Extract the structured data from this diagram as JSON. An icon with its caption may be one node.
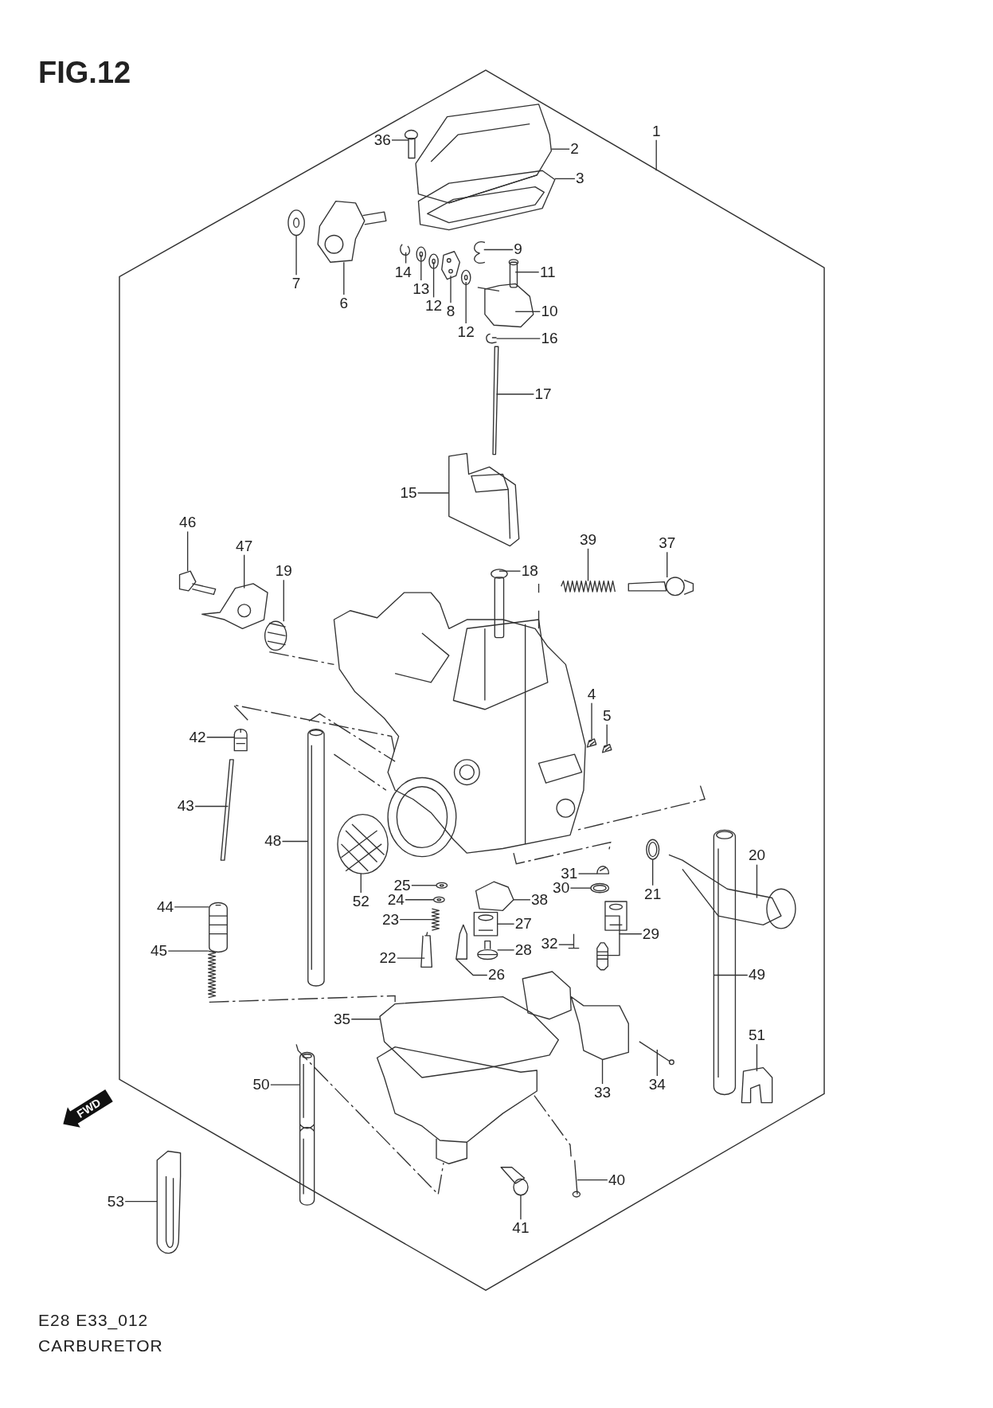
{
  "diagram": {
    "title": "FIG.12",
    "nodes": [
      {
        "text": [],
        "shape": "hexagon"
      },
      {
        "text": [
          "1"
        ]
      },
      {
        "text": [
          "36"
        ],
        "in": 0
      },
      {
        "text": [
          "2"
        ],
        "in": 0
      },
      {
        "text": [
          "3"
        ],
        "in": 0
      },
      {
        "text": [
          "9"
        ],
        "in": 0
      },
      {
        "text": [
          "14"
        ],
        "in": 0
      },
      {
        "text": [
          "11"
        ],
        "in": 0
      },
      {
        "text": [
          "7"
        ],
        "in": 0
      },
      {
        "text": [
          "13"
        ],
        "in": 0
      },
      {
        "text": [
          "6"
        ],
        "in": 0
      },
      {
        "text": [
          "12"
        ],
        "in": 0
      },
      {
        "text": [
          "8"
        ],
        "in": 0
      },
      {
        "text": [
          "10"
        ],
        "in": 0
      },
      {
        "text": [
          "12"
        ],
        "in": 0
      },
      {
        "text": [
          "16"
        ],
        "in": 0
      },
      {
        "text": [
          "17"
        ],
        "in": 0
      },
      {
        "text": [
          "15"
        ],
        "in": 0
      },
      {
        "text": [
          "46"
        ],
        "in": 0
      },
      {
        "text": [
          "39"
        ],
        "in": 0
      },
      {
        "text": [
          "37"
        ],
        "in": 0
      },
      {
        "text": [
          "47"
        ],
        "in": 0
      },
      {
        "text": [
          "19"
        ],
        "in": 0
      },
      {
        "text": [
          "18"
        ],
        "in": 0
      },
      {
        "text": [
          "4"
        ],
        "in": 0
      },
      {
        "text": [
          "5"
        ],
        "in": 0
      },
      {
        "text": [
          "42"
        ],
        "in": 0
      },
      {
        "text": [
          "43"
        ],
        "in": 0
      },
      {
        "text": [
          "48"
        ],
        "in": 0
      },
      {
        "text": [
          "20"
        ],
        "in": 0
      },
      {
        "text": [
          "31"
        ],
        "in": 0
      },
      {
        "text": [
          "25"
        ],
        "in": 0
      },
      {
        "text": [
          "30"
        ],
        "in": 0
      },
      {
        "text": [
          "21"
        ],
        "in": 0
      },
      {
        "text": [
          "24"
        ],
        "in": 0
      },
      {
        "text": [
          "38"
        ],
        "in": 0
      },
      {
        "text": [
          "52"
        ],
        "in": 0
      },
      {
        "text": [
          "44"
        ],
        "in": 0
      },
      {
        "text": [
          "23"
        ],
        "in": 0
      },
      {
        "text": [
          "27"
        ],
        "in": 0
      },
      {
        "text": [
          "29"
        ],
        "in": 0
      },
      {
        "text": [
          "32"
        ],
        "in": 0
      },
      {
        "text": [
          "28"
        ],
        "in": 0
      },
      {
        "text": [
          "45"
        ],
        "in": 0
      },
      {
        "text": [
          "22"
        ],
        "in": 0
      },
      {
        "text": [
          "49"
        ],
        "in": 0
      },
      {
        "text": [
          "26"
        ],
        "in": 0
      },
      {
        "text": [
          "35"
        ],
        "in": 0
      },
      {
        "text": [
          "51"
        ],
        "in": 0
      },
      {
        "text": [
          "34"
        ],
        "in": 0
      },
      {
        "text": [
          "50"
        ],
        "in": 0
      },
      {
        "text": [
          "33"
        ],
        "in": 0
      },
      {
        "text": [
          "40"
        ],
        "in": 0
      },
      {
        "text": [
          "53"
        ]
      },
      {
        "text": [
          "41"
        ],
        "in": 0
      },
      {
        "text": [],
        "shape": "picture",
        "in": 0
      },
      {
        "text": [],
        "shape": "picture",
        "in": 0
      },
      {
        "text": [],
        "shape": "picture",
        "in": 0
      },
      {
        "text": [],
        "shape": "picture",
        "in": 0
      },
      {
        "text": [],
        "shape": "picture",
        "in": 0
      },
      {
        "text": [],
        "shape": "picture",
        "in": 0
      },
      {
        "text": [],
        "shape": "picture",
        "in": 0
      },
      {
        "text": [],
        "shape": "picture",
        "in": 0
      },
      {
        "text": [],
        "shape": "picture",
        "in": 0
      },
      {
        "text": [],
        "shape": "picture",
        "in": 0
      },
      {
        "text": [],
        "shape": "picture",
        "in": 0
      },
      {
        "text": [],
        "shape": "picture",
        "in": 0
      },
      {
        "text": [],
        "shape": "picture",
        "in": 0
      },
      {
        "text": [],
        "shape": "picture",
        "in": 0
      },
      {
        "text": [],
        "shape": "picture",
        "in": 0
      },
      {
        "text": [],
        "shape": "picture",
        "in": 0
      },
      {
        "text": [],
        "shape": "picture",
        "in": 0
      },
      {
        "text": [],
        "shape": "picture",
        "in": 0
      },
      {
        "text": [],
        "shape": "picture",
        "in": 0
      },
      {
        "text": [],
        "shape": "picture",
        "in": 0
      },
      {
        "text": [],
        "shape": "picture",
        "in": 0
      },
      {
        "text": [],
        "shape": "picture",
        "in": 0
      },
      {
        "text": [],
        "shape": "picture",
        "in": 0
      },
      {
        "text": [],
        "shape": "picture",
        "in": 0
      },
      {
        "text": [],
        "shape": "picture",
        "in": 0
      },
      {
        "text": [],
        "shape": "picture",
        "in": 0
      },
      {
        "text": [],
        "shape": "picture",
        "in": 0
      },
      {
        "text": [],
        "shape": "picture",
        "in": 0
      },
      {
        "text": [],
        "shape": "picture",
        "in": 0
      },
      {
        "text": [],
        "shape": "picture",
        "in": 0
      },
      {
        "text": [],
        "shape": "picture",
        "in": 0
      },
      {
        "text": [],
        "shape": "picture",
        "in": 0
      },
      {
        "text": [],
        "shape": "picture",
        "in": 0
      },
      {
        "text": [],
        "shape": "picture",
        "in": 0
      },
      {
        "text": [],
        "shape": "picture",
        "in": 0
      },
      {
        "text": [],
        "shape": "picture",
        "in": 0
      },
      {
        "text": [],
        "shape": "picture",
        "in": 0
      },
      {
        "text": [],
        "shape": "picture",
        "in": 0
      },
      {
        "text": [],
        "shape": "picture",
        "in": 0
      },
      {
        "text": [],
        "shape": "picture",
        "in": 0
      },
      {
        "text": [],
        "shape": "picture",
        "in": 0
      },
      {
        "text": [],
        "shape": "picture",
        "in": 0
      },
      {
        "text": [],
        "shape": "picture",
        "in": 0
      },
      {
        "text": [],
        "shape": "picture",
        "in": 0
      },
      {
        "text": [],
        "shape": "picture",
        "in": 0
      },
      {
        "text": [],
        "shape": "picture",
        "in": 0
      },
      {
        "text": [],
        "shape": "picture",
        "in": 0
      },
      {
        "text": [],
        "shape": "picture",
        "in": 0
      },
      {
        "text": [],
        "shape": "picture",
        "in": 0
      },
      {
        "text": [],
        "shape": "picture",
        "in": 0
      },
      {
        "text": [],
        "shape": "picture",
        "in": 0
      },
      {
        "text": [],
        "shape": "picture",
        "in": 0
      },
      {
        "text": [],
        "shape": "picture"
      },
      {
        "text": [],
        "shape": "picture",
        "in": 0
      }
    ],
    "edges": [
      {
        "from": 1,
        "to": 0,
        "arrow": "none"
      },
      {
        "from": 2,
        "to": 55,
        "arrow": "none"
      },
      {
        "from": 3,
        "to": 56,
        "arrow": "none"
      },
      {
        "from": 4,
        "to": 57,
        "arrow": "none"
      },
      {
        "from": 5,
        "to": 58,
        "arrow": "none"
      },
      {
        "from": 6,
        "to": 59,
        "arrow": "none"
      },
      {
        "from": 7,
        "to": 60,
        "arrow": "none"
      },
      {
        "from": 8,
        "to": 61,
        "arrow": "none"
      },
      {
        "from": 9,
        "to": 62,
        "arrow": "none"
      },
      {
        "from": 10,
        "to": 63,
        "arrow": "none"
      },
      {
        "from": 11,
        "to": 64,
        "arrow": "none"
      },
      {
        "from": 12,
        "to": 65,
        "arrow": "none"
      },
      {
        "from": 13,
        "to": 66,
        "arrow": "none"
      },
      {
        "from": 14,
        "to": 67,
        "arrow": "none"
      },
      {
        "from": 15,
        "to": 68,
        "arrow": "none"
      },
      {
        "from": 16,
        "to": 69,
        "arrow": "none"
      },
      {
        "from": 17,
        "to": 70,
        "arrow": "none"
      },
      {
        "from": 18,
        "to": 71,
        "arrow": "none"
      },
      {
        "from": 19,
        "to": 72,
        "arrow": "none"
      },
      {
        "from": 20,
        "to": 73,
        "arrow": "none"
      },
      {
        "from": 21,
        "to": 74,
        "arrow": "none"
      },
      {
        "from": 22,
        "to": 75,
        "arrow": "none"
      },
      {
        "from": 23,
        "to": 76,
        "arrow": "none"
      },
      {
        "from": 24,
        "to": 77,
        "arrow": "none"
      },
      {
        "from": 25,
        "to": 78,
        "arrow": "none"
      },
      {
        "from": 26,
        "to": 79,
        "arrow": "none"
      },
      {
        "from": 27,
        "to": 80,
        "arrow": "none"
      },
      {
        "from": 28,
        "to": 81,
        "arrow": "none"
      },
      {
        "from": 29,
        "to": 82,
        "arrow": "none"
      },
      {
        "from": 30,
        "to": 83,
        "arrow": "none"
      },
      {
        "from": 31,
        "to": 84,
        "arrow": "none"
      },
      {
        "from": 32,
        "to": 85,
        "arrow": "none"
      },
      {
        "from": 33,
        "to": 86,
        "arrow": "none"
      },
      {
        "from": 34,
        "to": 87,
        "arrow": "none"
      },
      {
        "from": 35,
        "to": 88,
        "arrow": "none"
      },
      {
        "from": 36,
        "to": 89,
        "arrow": "none"
      },
      {
        "from": 37,
        "to": 90,
        "arrow": "none"
      },
      {
        "from": 38,
        "to": 91,
        "arrow": "none"
      },
      {
        "from": 39,
        "to": 92,
        "arrow": "none"
      },
      {
        "from": 40,
        "to": 93,
        "arrow": "none"
      },
      {
        "from": 40,
        "to": 94,
        "arrow": "none"
      },
      {
        "from": 41,
        "to": 95,
        "arrow": "none"
      },
      {
        "from": 42,
        "to": 96,
        "arrow": "none"
      },
      {
        "from": 43,
        "to": 97,
        "arrow": "none"
      },
      {
        "from": 44,
        "to": 98,
        "arrow": "none"
      },
      {
        "from": 45,
        "to": 99,
        "arrow": "none"
      },
      {
        "from": 46,
        "to": 100,
        "arrow": "none"
      },
      {
        "from": 47,
        "to": 101,
        "arrow": "none"
      },
      {
        "from": 48,
        "to": 102,
        "arrow": "none"
      },
      {
        "from": 49,
        "to": 103,
        "arrow": "none"
      },
      {
        "from": 50,
        "to": 104,
        "arrow": "none"
      },
      {
        "from": 51,
        "to": 105,
        "arrow": "none"
      },
      {
        "from": 52,
        "to": 106,
        "arrow": "none"
      },
      {
        "from": 53,
        "to": 107,
        "arrow": "none"
      },
      {
        "from": 54,
        "to": 108,
        "arrow": "none"
      }
    ],
    "labels": [
      "FWD",
      "E28 E33_012",
      "CARBURETOR"
    ]
  }
}
